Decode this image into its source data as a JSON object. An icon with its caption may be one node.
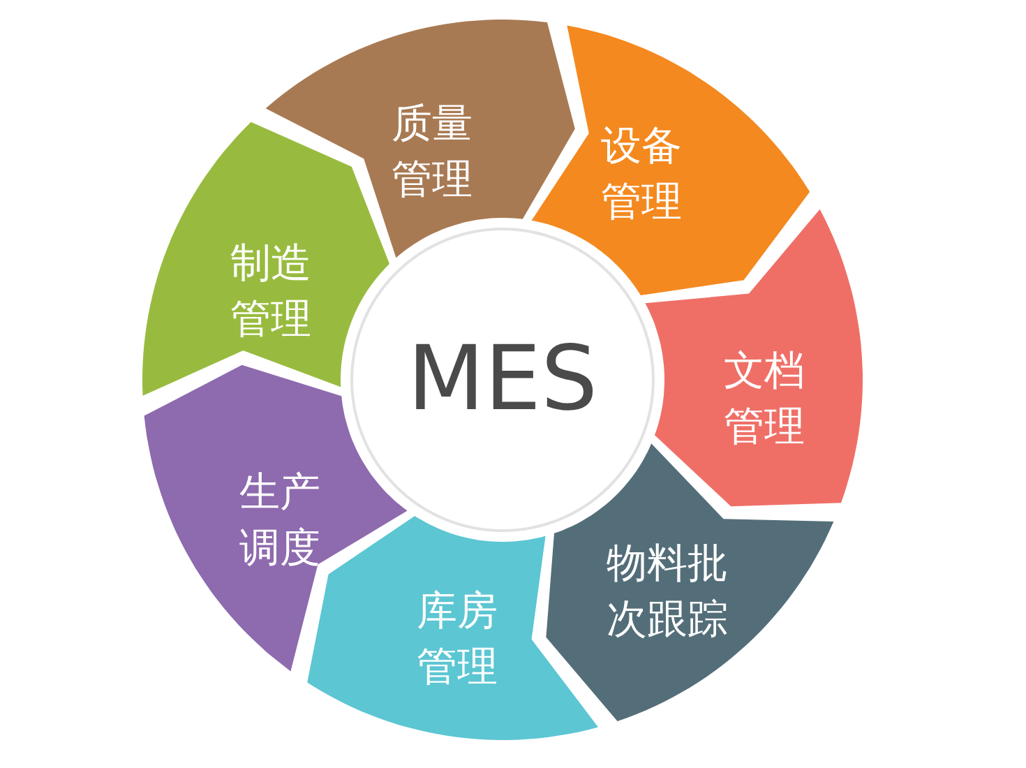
{
  "diagram": {
    "nodes": [
      {
        "text": [
          "MES"
        ]
      },
      {
        "text": [
          "质量管理"
        ]
      },
      {
        "text": [
          "设备管理"
        ]
      },
      {
        "text": [
          "文档管理"
        ]
      },
      {
        "text": [
          "物料批次跟踪"
        ]
      },
      {
        "text": [
          "库房管理"
        ]
      },
      {
        "text": [
          "生产调度"
        ]
      },
      {
        "text": [
          "制造管理"
        ]
      }
    ]
  }
}
